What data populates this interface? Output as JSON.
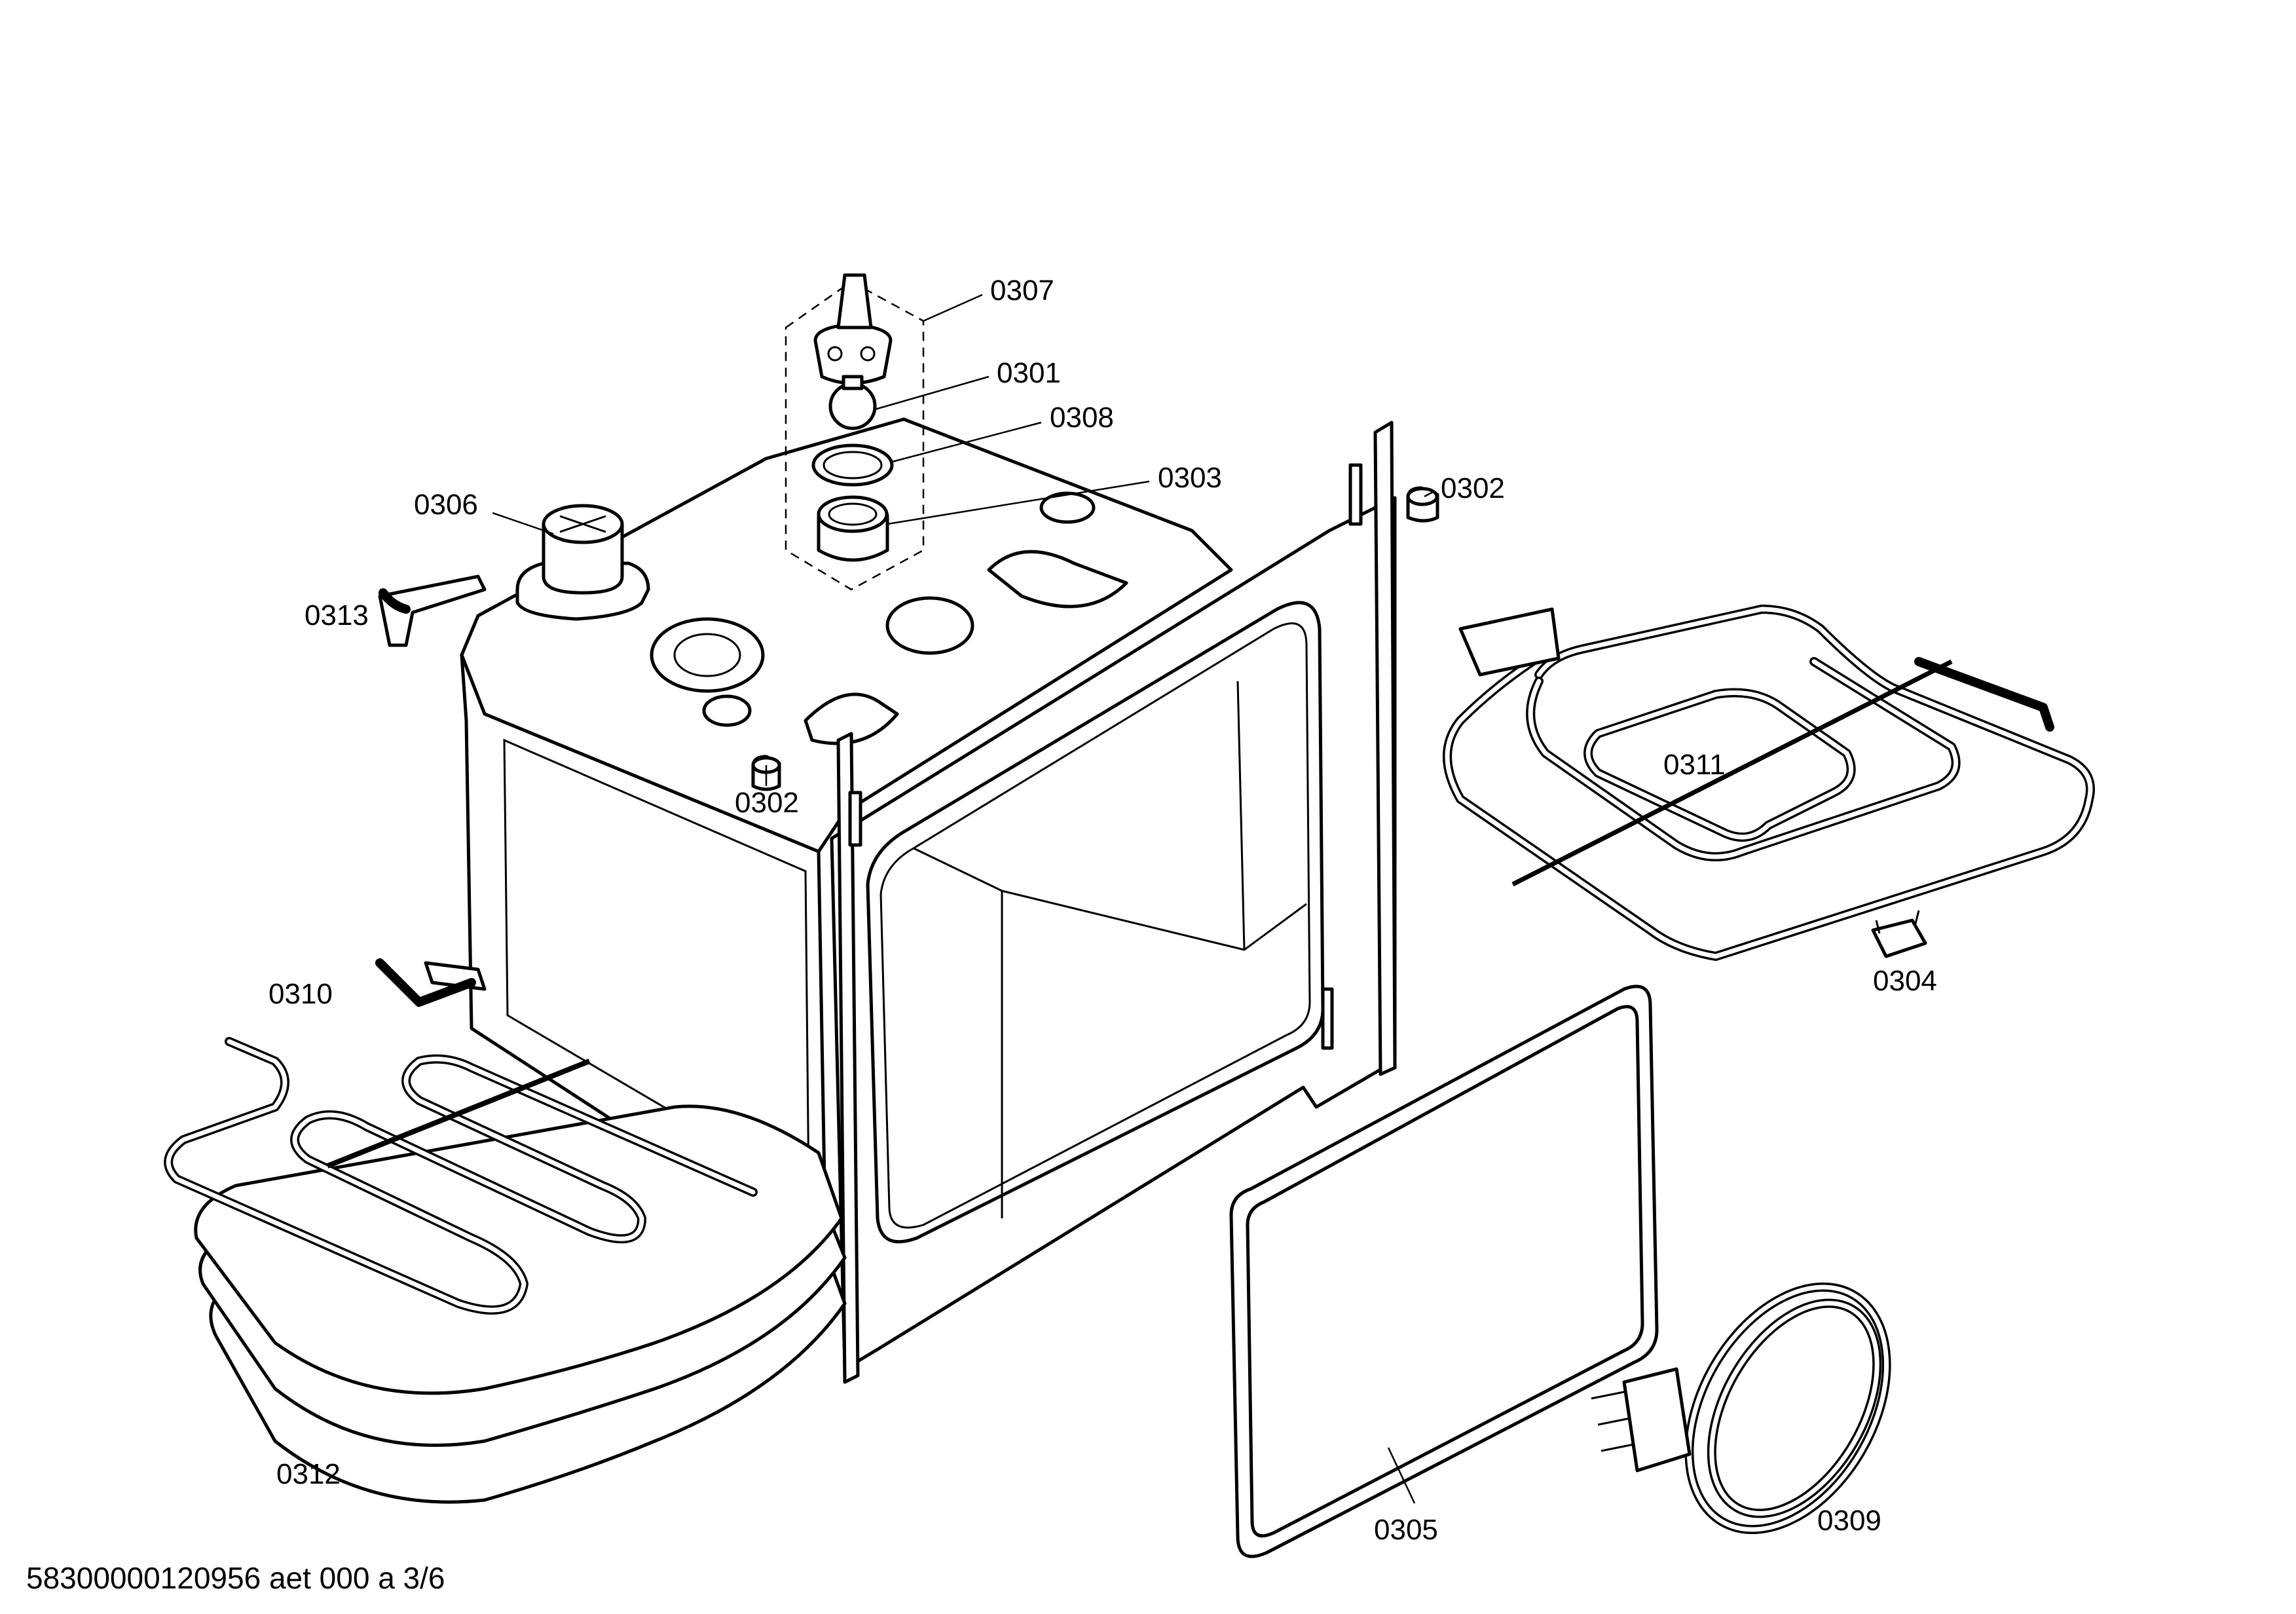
{
  "footer": {
    "document_id": "58300000120956 aet 000 a 3/6"
  },
  "parts": [
    {
      "id": "p0307",
      "label": "0307"
    },
    {
      "id": "p0301",
      "label": "0301"
    },
    {
      "id": "p0308",
      "label": "0308"
    },
    {
      "id": "p0303",
      "label": "0303"
    },
    {
      "id": "p0306",
      "label": "0306"
    },
    {
      "id": "p0302a",
      "label": "0302"
    },
    {
      "id": "p0302b",
      "label": "0302"
    },
    {
      "id": "p0313",
      "label": "0313"
    },
    {
      "id": "p0311",
      "label": "0311"
    },
    {
      "id": "p0304",
      "label": "0304"
    },
    {
      "id": "p0310",
      "label": "0310"
    },
    {
      "id": "p0312",
      "label": "0312"
    },
    {
      "id": "p0305",
      "label": "0305"
    },
    {
      "id": "p0309",
      "label": "0309"
    }
  ]
}
